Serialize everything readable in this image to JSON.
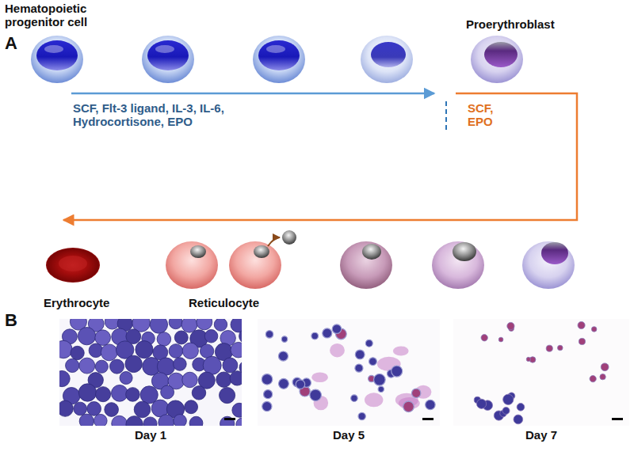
{
  "diagram": {
    "labels": [
      "A",
      "Hematopoietic progenitor cell",
      "Proerythroblast",
      "SCF, Flt-3 ligand, IL-3, IL-6, Hydrocortisone, EPO",
      "SCF, EPO",
      "Erythrocyte",
      "Reticulocyte",
      "B",
      "Day 1",
      "Day 5",
      "Day 7"
    ]
  }
}
